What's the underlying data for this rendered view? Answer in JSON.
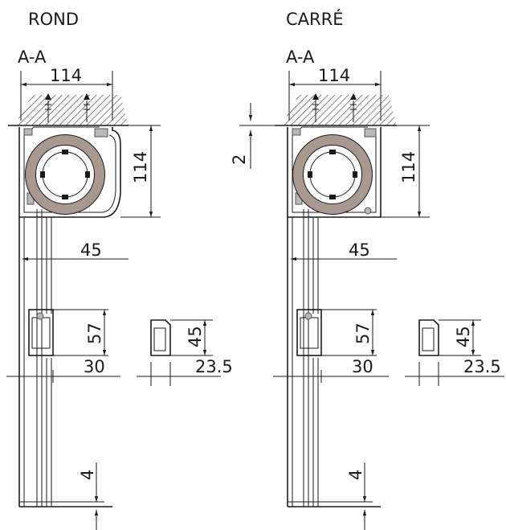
{
  "diagrams": [
    {
      "title": "ROND",
      "section": "A-A",
      "dims": {
        "box_width": "114",
        "box_height": "114",
        "guide_width": "45",
        "slat_height": "57",
        "slat_width": "30",
        "end_height": "45",
        "end_width": "23.5",
        "bottom_gap": "4"
      }
    },
    {
      "title": "CARRÉ",
      "section": "A-A",
      "dims": {
        "box_width": "114",
        "box_height": "114",
        "guide_width": "45",
        "slat_height": "57",
        "slat_width": "30",
        "end_height": "45",
        "end_width": "23.5",
        "bottom_gap": "4",
        "offset": "2"
      }
    }
  ],
  "colors": {
    "line": "#1a1a1a",
    "roll": "#a89890",
    "hatch": "#333333"
  }
}
